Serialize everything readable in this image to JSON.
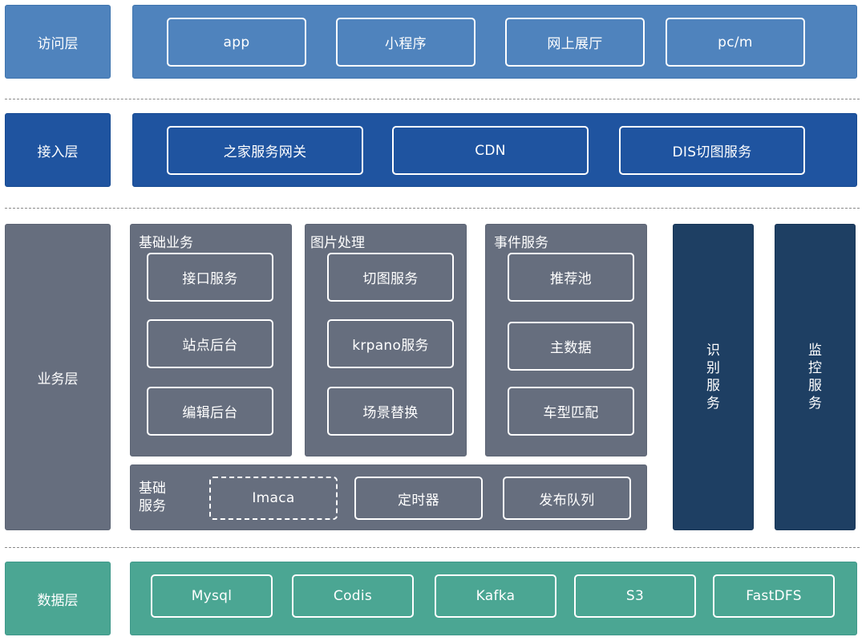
{
  "layers": {
    "access": {
      "label": "访问层",
      "items": [
        "app",
        "小程序",
        "网上展厅",
        "pc/m"
      ]
    },
    "ingress": {
      "label": "接入层",
      "items": [
        "之家服务网关",
        "CDN",
        "DIS切图服务"
      ]
    },
    "business": {
      "label": "业务层",
      "groups": [
        {
          "title": "基础业务",
          "items": [
            "接口服务",
            "站点后台",
            "编辑后台"
          ]
        },
        {
          "title": "图片处理",
          "items": [
            "切图服务",
            "krpano服务",
            "场景替换"
          ]
        },
        {
          "title": "事件服务",
          "items": [
            "推荐池",
            "主数据",
            "车型匹配"
          ]
        }
      ],
      "base_services": {
        "title": "基础服务",
        "items": [
          "Imaca",
          "定时器",
          "发布队列"
        ]
      },
      "side_services": [
        "识别服务",
        "监控服务"
      ]
    },
    "data": {
      "label": "数据层",
      "items": [
        "Mysql",
        "Codis",
        "Kafka",
        "S3",
        "FastDFS"
      ]
    }
  },
  "colors": {
    "access": "#4f83bd",
    "ingress": "#1f54a0",
    "business": "#666e7e",
    "side": "#1e3f63",
    "data": "#4ba693"
  }
}
